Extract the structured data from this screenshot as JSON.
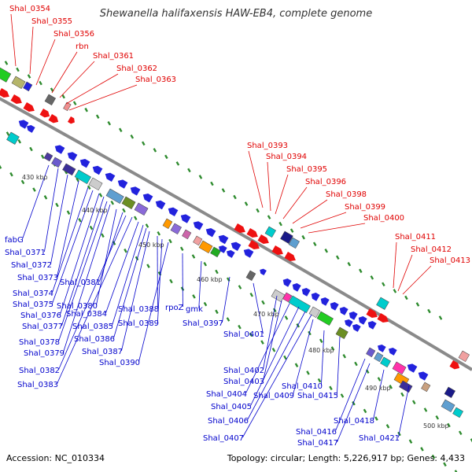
{
  "title": "Shewanella halifaxensis HAW-EB4, complete genome",
  "footer": {
    "accession": "Accession: NC_010334",
    "summary": "Topology: circular; Length: 5,226,917 bp; Genes: 4,433"
  },
  "colors": {
    "forward_label": "#e00000",
    "reverse_label": "#0000cc",
    "backbone": "#888888",
    "tick": "#2e8b2e"
  },
  "scale_labels": [
    "430 kbp",
    "440 kbp",
    "450 kbp",
    "460 kbp",
    "470 kbp",
    "480 kbp",
    "490 kbp",
    "500 kbp"
  ],
  "forward_labels": [
    "Shal_0354",
    "Shal_0355",
    "Shal_0356",
    "rbn",
    "Shal_0361",
    "Shal_0362",
    "Shal_0363",
    "Shal_0393",
    "Shal_0394",
    "Shal_0395",
    "Shal_0396",
    "Shal_0398",
    "Shal_0399",
    "Shal_0400",
    "Shal_0411",
    "Shal_0412",
    "Shal_0413"
  ],
  "reverse_labels": [
    "fabG",
    "Shal_0371",
    "Shal_0372",
    "Shal_0373",
    "Shal_0374",
    "Shal_0375",
    "Shal_0376",
    "Shal_0377",
    "Shal_0378",
    "Shal_0379",
    "Shal_0380",
    "Shal_0381",
    "Shal_0382",
    "Shal_0383",
    "Shal_0384",
    "Shal_0385",
    "Shal_0386",
    "Shal_0387",
    "Shal_0388",
    "Shal_0389",
    "Shal_0390",
    "rpoZ",
    "gmk",
    "Shal_0397",
    "Shal_0401",
    "Shal_0402",
    "Shal_0403",
    "Shal_0404",
    "Shal_0405",
    "Shal_0406",
    "Shal_0407",
    "Shal_0409",
    "Shal_0410",
    "Shal_0415",
    "Shal_0416",
    "Shal_0417",
    "Shal_0418",
    "Shal_0421"
  ]
}
